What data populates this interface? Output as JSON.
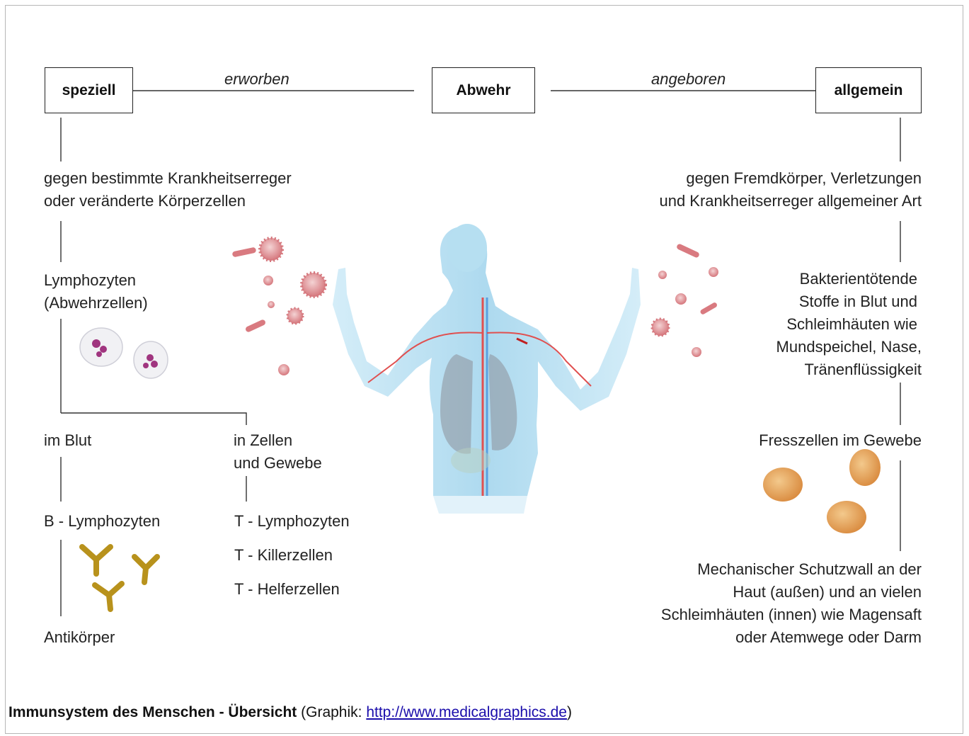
{
  "boxes": {
    "left": "speziell",
    "center": "Abwehr",
    "right": "allgemein"
  },
  "edges": {
    "left": "erworben",
    "right": "angeboren"
  },
  "left": {
    "description": [
      "gegen bestimmte Krankheitserreger",
      "oder veränderte Körperzellen"
    ],
    "cells": [
      "Lymphozyten",
      "(Abwehrzellen)"
    ],
    "branch_blood": "im Blut",
    "branch_tissue": [
      "in Zellen",
      "und Gewebe"
    ],
    "b_cells": "B - Lymphozyten",
    "antibodies": "Antikörper",
    "t_cells": [
      "T - Lymphozyten",
      "T - Killerzellen",
      "T - Helferzellen"
    ]
  },
  "right": {
    "description": [
      "gegen Fremdkörper, Verletzungen",
      "und Krankheitserreger allgemeiner Art"
    ],
    "chemical": [
      "Bakterientötende",
      "Stoffe in Blut und",
      "Schleimhäuten wie",
      "Mundspeichel, Nase,",
      "Tränenflüssigkeit"
    ],
    "phagocytes": "Fresszellen im Gewebe",
    "mechanical": [
      "Mechanischer Schutzwall an der",
      "Haut (außen) und an vielen",
      "Schleimhäuten (innen) wie Magensaft",
      "oder Atemwege oder Darm"
    ]
  },
  "caption": {
    "title": "Immunsystem des Menschen - Übersicht",
    "prefix": " (Graphik: ",
    "link": "http://www.medicalgraphics.de",
    "suffix": ")"
  },
  "colors": {
    "figure": "#a8d8ee",
    "virus": "#d97a80",
    "antibody": "#b8921c",
    "phagocyte": "#e0a060",
    "lymphocyte": "#a0357f"
  },
  "icons": [
    "human-figure-illustration",
    "virus-icon",
    "bacteria-icon",
    "lymphocyte-icon",
    "antibody-icon",
    "phagocyte-icon"
  ]
}
